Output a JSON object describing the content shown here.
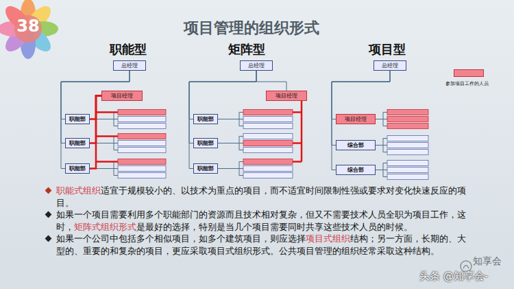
{
  "diagram": {
    "title": "项目管理的组织形式",
    "nodes": [
      {
        "text": [
          "总经理"
        ]
      },
      {
        "text": [
          "项目经理"
        ]
      },
      {
        "text": [
          "职能部"
        ]
      },
      {
        "text": [
          "职能部"
        ]
      },
      {
        "text": [
          "职能部"
        ]
      },
      {
        "text": [
          "总经理"
        ]
      },
      {
        "text": [
          "项目经理"
        ]
      },
      {
        "text": [
          "职能部"
        ]
      },
      {
        "text": [
          "职能部"
        ]
      },
      {
        "text": [
          "职能部"
        ]
      },
      {
        "text": [
          "总经理"
        ]
      },
      {
        "text": [
          "项目经理"
        ]
      },
      {
        "text": [
          "综合部"
        ]
      },
      {
        "text": [
          "综合部"
        ]
      }
    ],
    "edges": [
      {
        "from": 0,
        "to": 2,
        "arrow": "none"
      },
      {
        "from": 0,
        "to": 3,
        "arrow": "none"
      },
      {
        "from": 0,
        "to": 4,
        "arrow": "none"
      },
      {
        "from": 1,
        "to": 2,
        "arrow": "none"
      },
      {
        "from": 1,
        "to": 3,
        "arrow": "none"
      },
      {
        "from": 1,
        "to": 4,
        "arrow": "none"
      },
      {
        "from": 5,
        "to": 6,
        "arrow": "none"
      },
      {
        "from": 5,
        "to": 7,
        "arrow": "none"
      },
      {
        "from": 5,
        "to": 8,
        "arrow": "none"
      },
      {
        "from": 5,
        "to": 9,
        "arrow": "none"
      },
      {
        "from": 10,
        "to": 11,
        "arrow": "none"
      },
      {
        "from": 10,
        "to": 12,
        "arrow": "none"
      },
      {
        "from": 10,
        "to": 13,
        "arrow": "none"
      }
    ],
    "labels": [
      "38",
      "职能型",
      "矩阵型",
      "项目型",
      "职能式组织",
      "适宜于规模较小的、以技术为重点的项目，而不适宜时间限制性强或要求对变化快速反应的项目。",
      "如果一个项目需要利用多个职能部门的资源而且技术相对复杂，但又不需要技术人员全职为项目工作，这时，",
      "矩阵式组织形式",
      "是最好的选择，特别是当几个项目需要同时共享这些技术人员的时候。",
      "如果一个公司中包括多个相似项目，如多个建筑项目，则应选择",
      "项目式组织",
      "结构；另一方面，长期的、大型的、重要的和复杂的项目，更应采取项目式组织形式。公共项目管理的组织经常采取这种结构。",
      "知享会",
      "头条 @知享会-"
    ],
    "legend": [
      {
        "text": "参加项目工作的人员",
        "color": "#f2838e"
      }
    ]
  }
}
